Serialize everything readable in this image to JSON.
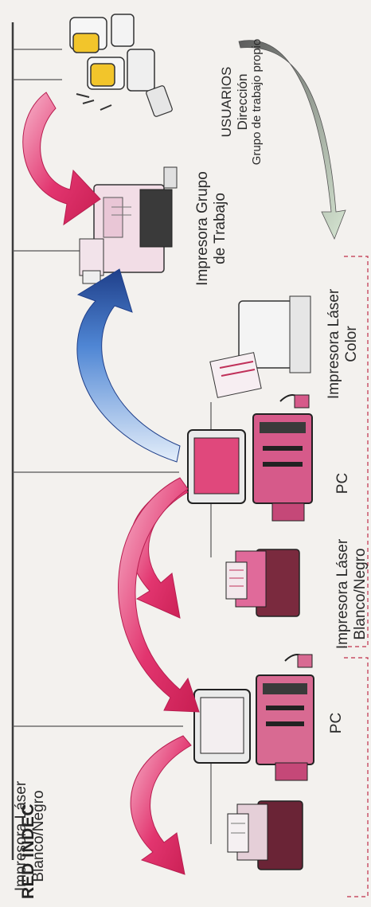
{
  "title": "RED INDEC",
  "users": {
    "heading": "USUARIOS",
    "line2": "Dirección",
    "line3": "Grupo de trabajo propio"
  },
  "devices": {
    "workgroup_printer": {
      "line1": "Impresora Grupo",
      "line2": "de Trabajo"
    },
    "color_laser": {
      "line1": "Impresora Láser",
      "line2": "Color"
    },
    "pc_right": "PC",
    "bw_laser_right": {
      "line1": "Impresora Láser",
      "line2": "Blanco/Negro"
    },
    "pc_left": "PC",
    "bw_laser_left": {
      "line1": "Impresora Láser",
      "line2": "Blanco/Negro"
    }
  },
  "colors": {
    "network_line": "#3a3a3a",
    "pink_arrow": "#e0306a",
    "blue_arrow": "#3a6fc2",
    "gray_arrow": "#8c8c8c",
    "device_pink": "#e06a9a",
    "dashed_box": "#c0304a"
  }
}
